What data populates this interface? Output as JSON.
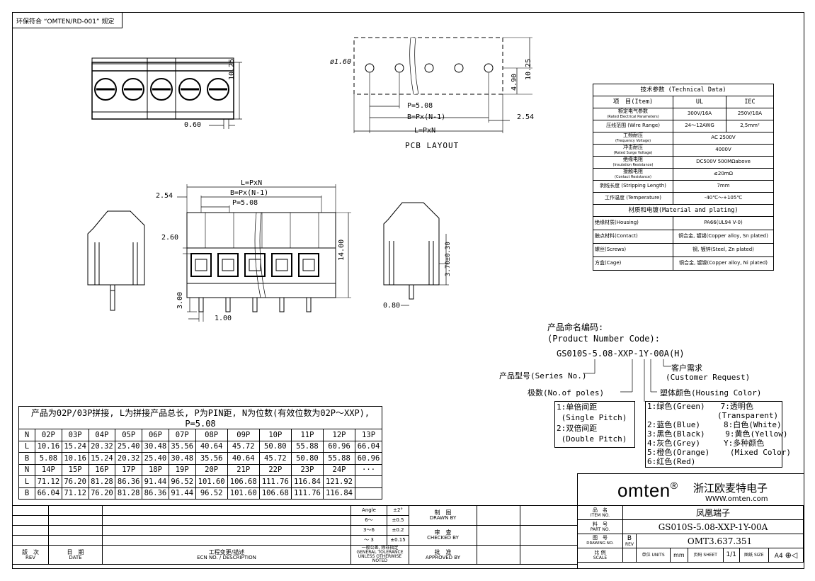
{
  "header_note": "环保符合 “OMTEN/RD-001” 规定",
  "drawing_dims": {
    "top_view": {
      "h": "10.25",
      "w": "0.60"
    },
    "pcb": {
      "hole": "ø1.60",
      "p": "P=5.08",
      "b": "B=Px(N-1)",
      "l": "L=PxN",
      "d1": "10.25",
      "d2": "4.90",
      "d3": "2.54",
      "title": "PCB LAYOUT"
    },
    "front_view": {
      "l": "L=PxN",
      "b": "B=Px(N-1)",
      "p": "P=5.08",
      "d254": "2.54",
      "d260": "2.60",
      "h": "14.00",
      "pin": "3.00",
      "pinw": "1.00"
    },
    "side_view": {
      "h": "3.70±0.30",
      "w": "0.80"
    }
  },
  "spec_table": {
    "title": "技术参数 (Technical Data)",
    "col_item": "项　目(Item)",
    "col_ul": "UL",
    "col_iec": "IEC",
    "rows": [
      {
        "item": "额定电气参数",
        "sub": "(Rated Electrical Parameters)",
        "ul": "300V/16A",
        "iec": "250V/18A"
      },
      {
        "item": "压线范围 (Wire Range)",
        "sub": "",
        "ul": "24～12AWG",
        "iec": "2,5mm²"
      },
      {
        "item": "工频耐压",
        "sub": "(Frequency Voltage)",
        "merged": "AC 2500V"
      },
      {
        "item": "冲击耐压",
        "sub": "(Rated Surge Voltage)",
        "merged": "4000V"
      },
      {
        "item": "绝缘电阻",
        "sub": "(Insulation Resistance)",
        "merged": "DC500V 500MΩabove"
      },
      {
        "item": "接触电阻",
        "sub": "(Contact Resistance)",
        "merged": "≤20mΩ"
      },
      {
        "item": "剥线长度 (Stripping Length)",
        "sub": "",
        "merged": "7mm"
      },
      {
        "item": "工作温度 (Temperature)",
        "sub": "",
        "merged": "-40℃～+105℃"
      }
    ],
    "material_title": "材质和电镀(Material and plating)",
    "materials": [
      {
        "item": "绝缘材质(Housing)",
        "value": "PA66(UL94 V-0)"
      },
      {
        "item": "触点材料(Contact)",
        "value": "铜合金, 镀锡(Copper alloy, Sn plated)"
      },
      {
        "item": "螺丝(Screws)",
        "value": "钢, 镀锌(Steel, Zn plated)"
      },
      {
        "item": "方盒(Cage)",
        "value": "铜合金, 镀镍(Copper alloy, Ni plated)"
      }
    ]
  },
  "code": {
    "title_cn": "产品命名编码:",
    "title_en": "(Product Number Code):",
    "code": "GS010S-5.08-XXP-1Y-00A(H)",
    "customer": "客户需求",
    "customer_en": "(Customer Request)",
    "series": "产品型号(Series No.)",
    "poles": "极数(No.of poles)",
    "housing_color": "塑体颜色(Housing Color)",
    "pitch": [
      "1:单倍间距",
      " (Single Pitch)",
      "2:双倍间距",
      " (Double Pitch)"
    ],
    "colors": [
      "1:绿色(Green)　　7:透明色",
      "　　　　　　　　　(Transparent)",
      "2:蓝色(Blue)　　　8:白色(White)",
      "3:黑色(Black)　　 9:黄色(Yellow)",
      "4:灰色(Grey)　　　Y:多种颜色",
      "5:橙色(Orange)　　 (Mixed Color)",
      "6:红色(Red)"
    ]
  },
  "length_table": {
    "title": "产品为02P/03P拼接, L为拼接产品总长, P为PIN距, N为位数(有效位数为02P～XXP), P=5.08",
    "rows": [
      [
        "N",
        "02P",
        "03P",
        "04P",
        "05P",
        "06P",
        "07P",
        "08P",
        "09P",
        "10P",
        "11P",
        "12P",
        "13P"
      ],
      [
        "L",
        "10.16",
        "15.24",
        "20.32",
        "25.40",
        "30.48",
        "35.56",
        "40.64",
        "45.72",
        "50.80",
        "55.88",
        "60.96",
        "66.04"
      ],
      [
        "B",
        "5.08",
        "10.16",
        "15.24",
        "20.32",
        "25.40",
        "30.48",
        "35.56",
        "40.64",
        "45.72",
        "50.80",
        "55.88",
        "60.96"
      ],
      [
        "N",
        "14P",
        "15P",
        "16P",
        "17P",
        "18P",
        "19P",
        "20P",
        "21P",
        "22P",
        "23P",
        "24P",
        "···"
      ],
      [
        "L",
        "71.12",
        "76.20",
        "81.28",
        "86.36",
        "91.44",
        "96.52",
        "101.60",
        "106.68",
        "111.76",
        "116.84",
        "121.92",
        ""
      ],
      [
        "B",
        "66.04",
        "71.12",
        "76.20",
        "81.28",
        "86.36",
        "91.44",
        "96.52",
        "101.60",
        "106.68",
        "111.76",
        "116.84",
        ""
      ]
    ]
  },
  "title_block": {
    "brand": "omten",
    "company": "浙江欧麦特电子",
    "website": "WWW.omten.com",
    "item_label": "品　名",
    "item_label_en": "ITEM NO.",
    "item_value": "凤凰端子",
    "part_label": "料　号",
    "part_label_en": "PART NO.",
    "part_value": "GS010S-5.08-XXP-1Y-00A",
    "drawing_label": "图　号",
    "drawing_label_en": "DRAWING NO.",
    "rev_letter": "B",
    "rev_label": "REV",
    "drawing_value": "OMT3.637.351",
    "scale_label": "比 例",
    "scale_label_en": "SCALE",
    "units_label": "单位 UNITS",
    "units_value": "mm",
    "sheet_label": "页码 SHEET",
    "sheet_value": "1/1",
    "size_label": "图纸 SIZE",
    "size_value": "A4"
  },
  "revision_block": {
    "rev_cn": "版　次",
    "rev_en": "REV",
    "date_cn": "日　期",
    "date_en": "DATE",
    "desc_cn": "工程变更/描述",
    "desc_en": "ECN NO. / DESCRIPTION",
    "angle": "Angle",
    "angle_tol": "±2°",
    "r1": "6～",
    "t1": "±0.5",
    "r2": "3～6",
    "t2": "±0.2",
    "r3": "～ 3",
    "t3": "±0.15",
    "general_cn": "一般公差, 除非指定",
    "general_en1": "GENERAL TOLERANCE",
    "general_en2": "UNLESS OTHERWISE NOTED",
    "drawn_cn": "制　图",
    "drawn_en": "DRAWN BY",
    "checked_cn": "审　查",
    "checked_en": "CHECKED BY",
    "approved_cn": "批　准",
    "approved_en": "APPROVED BY"
  }
}
